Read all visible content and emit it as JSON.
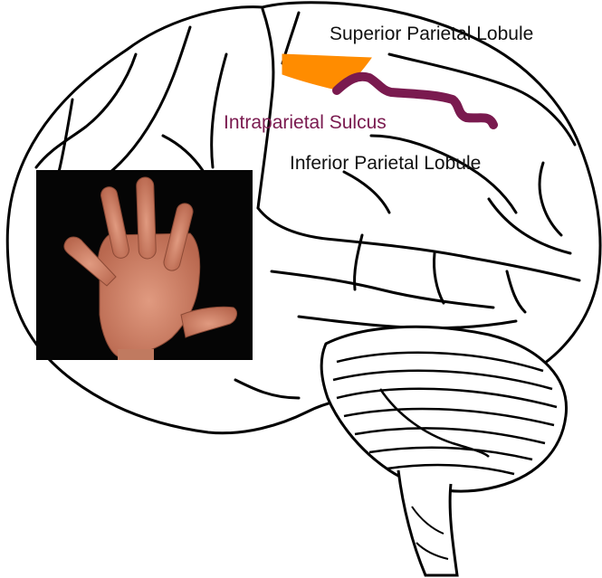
{
  "labels": {
    "superior": "Superior Parietal Lobule",
    "sulcus": "Intraparietal Sulcus",
    "inferior": "Inferior Parietal Lobule"
  },
  "colors": {
    "superior_region": "#ff8c00",
    "sulcus_line": "#7a1a4f",
    "outline": "#000000",
    "label_text": "#111111",
    "photo_background": "#050505",
    "skin": "#d9886e"
  },
  "icons": {
    "brain": "brain-illustration-icon",
    "hand": "open-hand-photo-icon"
  }
}
